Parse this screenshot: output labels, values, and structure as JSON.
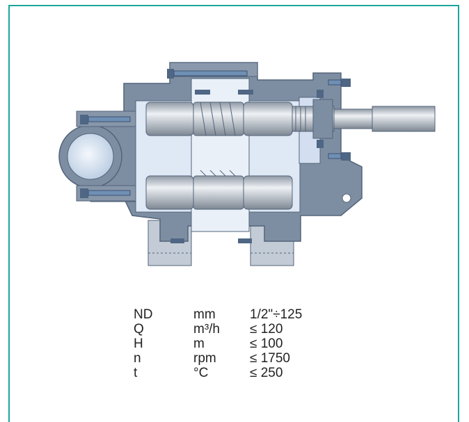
{
  "diagram": {
    "colors": {
      "frame": "#1aa69b",
      "housing": "#7e8ea2",
      "housing_dark": "#53637a",
      "bearing": "#7497b5",
      "shaft": "#b3bcc6",
      "fluid": "#dfe8f5",
      "base": "#c3ccd6"
    }
  },
  "specs": [
    {
      "symbol": "ND",
      "unit": "mm",
      "value": "1/2\"÷125"
    },
    {
      "symbol": "Q",
      "unit": "m³/h",
      "value": "≤   120"
    },
    {
      "symbol": "H",
      "unit": "m",
      "value": "≤   100"
    },
    {
      "symbol": "n",
      "unit": "rpm",
      "value": "≤ 1750"
    },
    {
      "symbol": "t",
      "unit": "°C",
      "value": "≤   250"
    }
  ]
}
